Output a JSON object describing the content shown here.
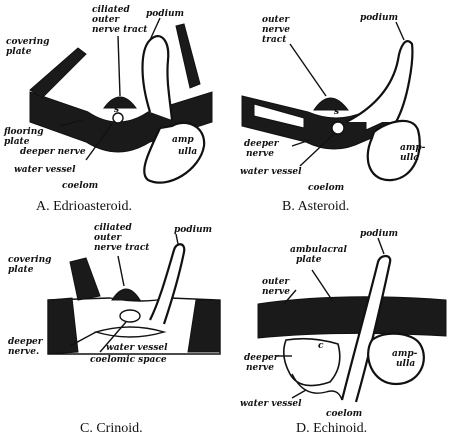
{
  "panels": {
    "a": {
      "caption": "A. Edrioasteroid.",
      "labels": {
        "ciliated": "ciliated",
        "outer": "outer",
        "nerve_tract": "nerve tract",
        "podium": "podium",
        "covering": "covering",
        "plate": "plate",
        "flooring": "flooring",
        "plate2": "plate",
        "deeper_nerve": "deeper nerve",
        "water_vessel": "water vessel",
        "amp": "amp",
        "ulla": "ulla",
        "coelom": "coelom",
        "s": "s"
      }
    },
    "b": {
      "caption": "B. Asteroid.",
      "labels": {
        "outer": "outer",
        "nerve": "nerve",
        "tract": "tract",
        "podium": "podium",
        "deeper": "deeper",
        "nerve2": "nerve",
        "water_vessel": "water vessel",
        "amp": "amp-",
        "ulla": "ulla",
        "coelom": "coelom",
        "s": "s"
      }
    },
    "c": {
      "caption": "C. Crinoid.",
      "labels": {
        "ciliated": "ciliated",
        "outer": "outer",
        "nerve_tract": "nerve tract",
        "podium": "podium",
        "covering": "covering",
        "plate": "plate",
        "deeper": "deeper",
        "nerve": "nerve.",
        "water_vessel": "water vessel",
        "coelomic_space": "coelomic space"
      }
    },
    "d": {
      "caption": "D. Echinoid.",
      "labels": {
        "ambulacral": "ambulacral",
        "plate": "plate",
        "podium": "podium",
        "outer": "outer",
        "nerve": "nerve",
        "deeper": "deeper",
        "nerve2": "nerve",
        "amp": "amp-",
        "ulla": "ulla",
        "water_vessel": "water vessel",
        "coelom": "coelom",
        "c": "c"
      }
    }
  }
}
